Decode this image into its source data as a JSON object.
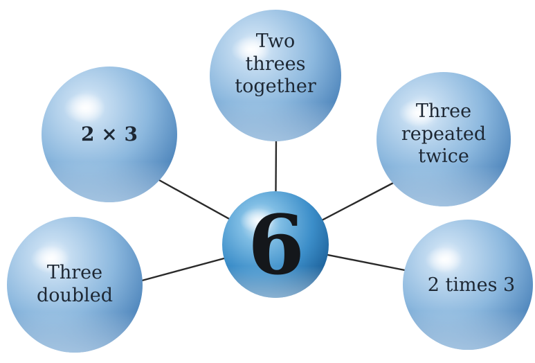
{
  "center": {
    "label": "6"
  },
  "bubbles": [
    {
      "id": "two-times-three-symbol",
      "label": "2 × 3",
      "bold": true
    },
    {
      "id": "two-threes-together",
      "label": "Two\nthrees\ntogether",
      "bold": false
    },
    {
      "id": "three-repeated-twice",
      "label": "Three\nrepeated\ntwice",
      "bold": false
    },
    {
      "id": "three-doubled",
      "label": "Three\ndoubled",
      "bold": false
    },
    {
      "id": "two-times-three-words",
      "label": "2 times 3",
      "bold": false
    }
  ],
  "colors": {
    "sphere_light": "#eef6fd",
    "sphere_mid": "#8db9df",
    "sphere_dark": "#4f86bc",
    "center_light": "#e6f3fb",
    "center_mid": "#3c8ec9",
    "center_dark": "#1b5f98",
    "connector": "#2a2a2a"
  }
}
